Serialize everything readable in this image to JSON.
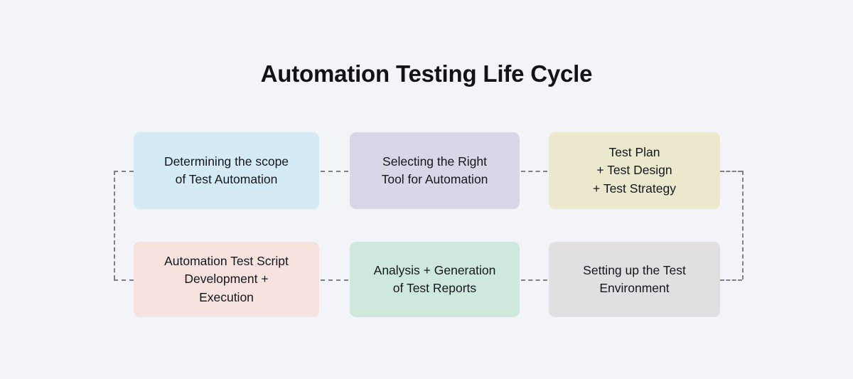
{
  "diagram": {
    "title": "Automation Testing Life Cycle",
    "background_color": "#f2f4f7",
    "connector_color": "#7c8088",
    "connector_style": "dashed",
    "stages": [
      {
        "index": 1,
        "label": "Determining the scope\nof Test Automation",
        "color": "#d4ebf5",
        "color_name": "light-blue",
        "row": 1,
        "column": 1
      },
      {
        "index": 2,
        "label": "Selecting the Right\nTool for Automation",
        "color": "#d8d7e5",
        "color_name": "lavender",
        "row": 1,
        "column": 2
      },
      {
        "index": 3,
        "label": "Test Plan\n+ Test Design\n+ Test Strategy",
        "color": "#ebe8cd",
        "color_name": "pale-yellow",
        "row": 1,
        "column": 3
      },
      {
        "index": 4,
        "label": "Automation Test Script\nDevelopment +\nExecution",
        "color": "#f6e2de",
        "color_name": "light-pink",
        "row": 2,
        "column": 1
      },
      {
        "index": 5,
        "label": "Analysis + Generation\nof Test Reports",
        "color": "#cfe8dd",
        "color_name": "mint-green",
        "row": 2,
        "column": 2
      },
      {
        "index": 6,
        "label": "Setting up the Test\nEnvironment",
        "color": "#e0e0e0",
        "color_name": "light-gray",
        "row": 2,
        "column": 3
      }
    ],
    "connectors": [
      {
        "name": "link-top-1-2",
        "from": 1,
        "to": 2,
        "orientation": "horizontal"
      },
      {
        "name": "link-top-2-3",
        "from": 2,
        "to": 3,
        "orientation": "horizontal"
      },
      {
        "name": "wrap-right",
        "from": 3,
        "to": 6,
        "orientation": "bracket-right"
      },
      {
        "name": "link-bot-5-6",
        "from": 6,
        "to": 5,
        "orientation": "horizontal"
      },
      {
        "name": "link-bot-4-5",
        "from": 5,
        "to": 4,
        "orientation": "horizontal"
      },
      {
        "name": "wrap-left",
        "from": 4,
        "to": 1,
        "orientation": "bracket-left"
      }
    ]
  }
}
